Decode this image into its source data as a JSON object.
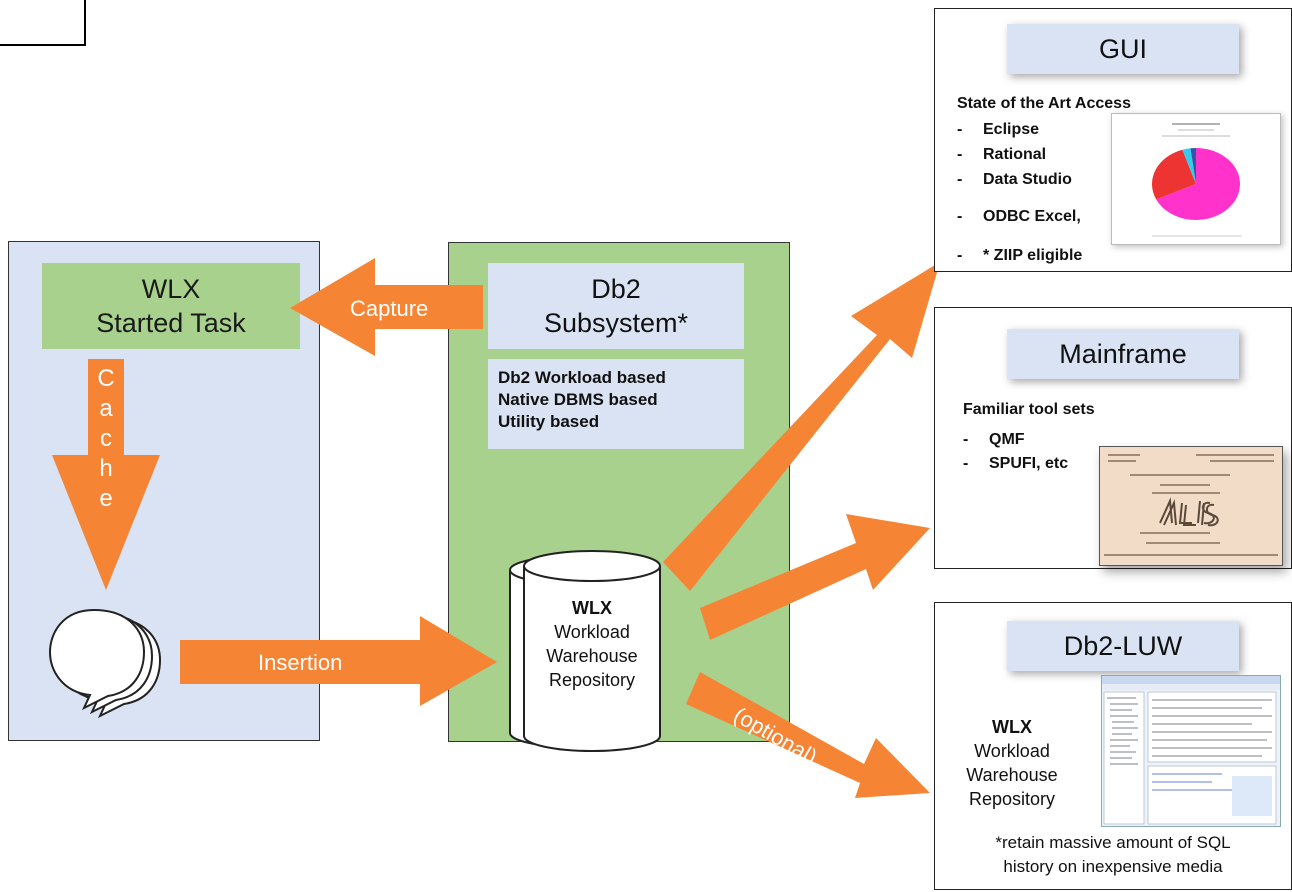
{
  "left": {
    "task_line1": "WLX",
    "task_line2": "Started Task",
    "cache_letters": [
      "C",
      "a",
      "c",
      "h",
      "e"
    ]
  },
  "middle": {
    "subsystem_line1": "Db2",
    "subsystem_line2": "Subsystem*",
    "bases": [
      "Db2 Workload based",
      "Native DBMS based",
      "Utility  based"
    ],
    "repository": {
      "title": "WLX",
      "line1": "Workload",
      "line2": "Warehouse",
      "line3": "Repository"
    }
  },
  "arrows": {
    "capture": "Capture",
    "insertion": "Insertion",
    "optional": "(optional)"
  },
  "gui": {
    "title": "GUI",
    "subtitle": "State of the Art Access",
    "items": [
      "Eclipse",
      "Rational",
      "Data Studio",
      "ODBC Excel,",
      "* ZIIP eligible"
    ],
    "chart_data": {
      "type": "pie",
      "values": [
        68,
        27,
        3,
        2
      ],
      "colors": [
        "#ff33cc",
        "#ee3333",
        "#33ccee",
        "#3355aa"
      ]
    }
  },
  "mainframe": {
    "title": "Mainframe",
    "subtitle": "Familiar tool sets",
    "items": [
      "QMF",
      "SPUFI, etc"
    ]
  },
  "luw": {
    "title": "Db2-LUW",
    "repository": {
      "title": "WLX",
      "line1": "Workload",
      "line2": "Warehouse",
      "line3": "Repository"
    },
    "note_line1": "*retain massive amount of SQL",
    "note_line2": "history on inexpensive media"
  },
  "colors": {
    "arrow": "#f58534",
    "left_panel": "#dae3f3",
    "mid_panel": "#a9d18e"
  }
}
